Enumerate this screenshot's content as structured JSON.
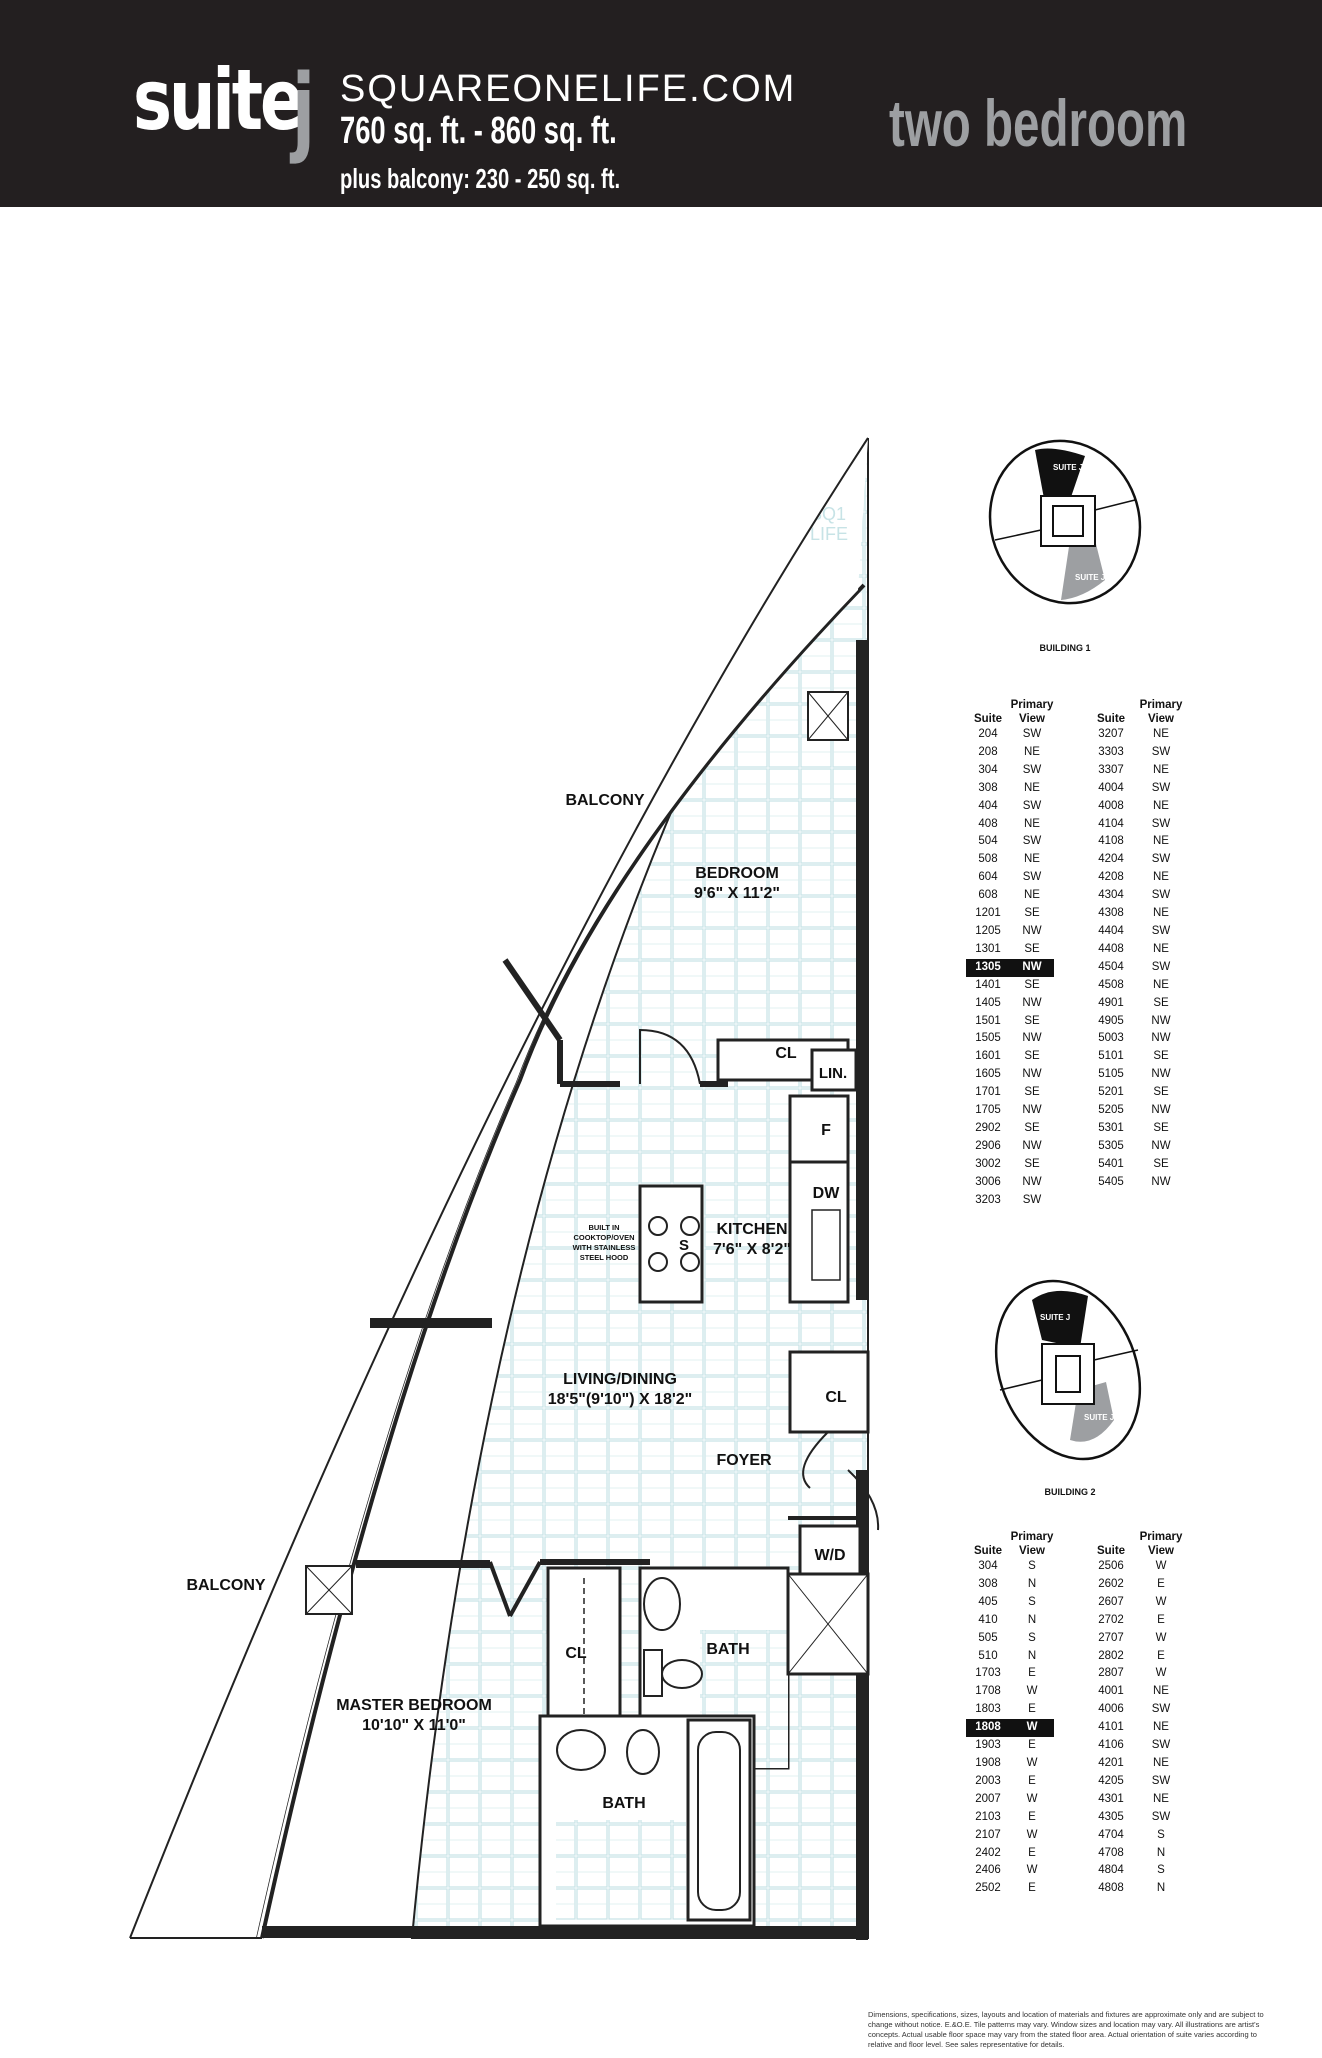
{
  "header": {
    "suite_word": "suite",
    "suite_letter": "j",
    "website": "SQUAREONELIFE.COM",
    "sqft": "760 sq. ft. - 860 sq. ft.",
    "balcony_sqft": "plus balcony: 230 - 250 sq. ft.",
    "unit_type": "two bedroom"
  },
  "colors": {
    "header_bg": "#231f20",
    "accent_grey": "#9d9fa2",
    "tile_grid": "#bfe0e4",
    "highlight": "#111111"
  },
  "floorplan": {
    "rooms": {
      "balcony_top": "BALCONY",
      "bedroom": "BEDROOM",
      "bedroom_dims": "9'6\" X 11'2\"",
      "cl_top": "CL",
      "lin": "LIN.",
      "fridge": "F",
      "dishwasher": "DW",
      "stove": "S",
      "cooktop_note_1": "BUILT IN",
      "cooktop_note_2": "COOKTOP/OVEN",
      "cooktop_note_3": "WITH STAINLESS",
      "cooktop_note_4": "STEEL HOOD",
      "kitchen": "KITCHEN",
      "kitchen_dims": "7'6\" X 8'2\"",
      "living": "LIVING/DINING",
      "living_dims": "18'5\"(9'10\") X 18'2\"",
      "cl_foyer": "CL",
      "foyer": "FOYER",
      "wd": "W/D",
      "balcony_bottom": "BALCONY",
      "cl_master": "CL",
      "bath_1": "BATH",
      "master": "MASTER BEDROOM",
      "master_dims": "10'10\" X 11'0\"",
      "bath_2": "BATH"
    },
    "watermark_1": "SQ1",
    "watermark_2": "LIFE"
  },
  "building1": {
    "label": "BUILDING 1",
    "suite_tag_a": "SUITE J",
    "suite_tag_b": "SUITE J",
    "headers": {
      "suite": "Suite",
      "view": "Primary View"
    },
    "left": [
      [
        "204",
        "SW"
      ],
      [
        "208",
        "NE"
      ],
      [
        "304",
        "SW"
      ],
      [
        "308",
        "NE"
      ],
      [
        "404",
        "SW"
      ],
      [
        "408",
        "NE"
      ],
      [
        "504",
        "SW"
      ],
      [
        "508",
        "NE"
      ],
      [
        "604",
        "SW"
      ],
      [
        "608",
        "NE"
      ],
      [
        "1201",
        "SE"
      ],
      [
        "1205",
        "NW"
      ],
      [
        "1301",
        "SE"
      ],
      [
        "1305",
        "NW"
      ],
      [
        "1401",
        "SE"
      ],
      [
        "1405",
        "NW"
      ],
      [
        "1501",
        "SE"
      ],
      [
        "1505",
        "NW"
      ],
      [
        "1601",
        "SE"
      ],
      [
        "1605",
        "NW"
      ],
      [
        "1701",
        "SE"
      ],
      [
        "1705",
        "NW"
      ],
      [
        "2902",
        "SE"
      ],
      [
        "2906",
        "NW"
      ],
      [
        "3002",
        "SE"
      ],
      [
        "3006",
        "NW"
      ],
      [
        "3203",
        "SW"
      ]
    ],
    "right": [
      [
        "3207",
        "NE"
      ],
      [
        "3303",
        "SW"
      ],
      [
        "3307",
        "NE"
      ],
      [
        "4004",
        "SW"
      ],
      [
        "4008",
        "NE"
      ],
      [
        "4104",
        "SW"
      ],
      [
        "4108",
        "NE"
      ],
      [
        "4204",
        "SW"
      ],
      [
        "4208",
        "NE"
      ],
      [
        "4304",
        "SW"
      ],
      [
        "4308",
        "NE"
      ],
      [
        "4404",
        "SW"
      ],
      [
        "4408",
        "NE"
      ],
      [
        "4504",
        "SW"
      ],
      [
        "4508",
        "NE"
      ],
      [
        "4901",
        "SE"
      ],
      [
        "4905",
        "NW"
      ],
      [
        "5003",
        "NW"
      ],
      [
        "5101",
        "SE"
      ],
      [
        "5105",
        "NW"
      ],
      [
        "5201",
        "SE"
      ],
      [
        "5205",
        "NW"
      ],
      [
        "5301",
        "SE"
      ],
      [
        "5305",
        "NW"
      ],
      [
        "5401",
        "SE"
      ],
      [
        "5405",
        "NW"
      ]
    ],
    "highlight_left_index": 13
  },
  "building2": {
    "label": "BUILDING 2",
    "suite_tag_a": "SUITE J",
    "suite_tag_b": "SUITE J",
    "headers": {
      "suite": "Suite",
      "view": "Primary View"
    },
    "left": [
      [
        "304",
        "S"
      ],
      [
        "308",
        "N"
      ],
      [
        "405",
        "S"
      ],
      [
        "410",
        "N"
      ],
      [
        "505",
        "S"
      ],
      [
        "510",
        "N"
      ],
      [
        "1703",
        "E"
      ],
      [
        "1708",
        "W"
      ],
      [
        "1803",
        "E"
      ],
      [
        "1808",
        "W"
      ],
      [
        "1903",
        "E"
      ],
      [
        "1908",
        "W"
      ],
      [
        "2003",
        "E"
      ],
      [
        "2007",
        "W"
      ],
      [
        "2103",
        "E"
      ],
      [
        "2107",
        "W"
      ],
      [
        "2402",
        "E"
      ],
      [
        "2406",
        "W"
      ],
      [
        "2502",
        "E"
      ]
    ],
    "right": [
      [
        "2506",
        "W"
      ],
      [
        "2602",
        "E"
      ],
      [
        "2607",
        "W"
      ],
      [
        "2702",
        "E"
      ],
      [
        "2707",
        "W"
      ],
      [
        "2802",
        "E"
      ],
      [
        "2807",
        "W"
      ],
      [
        "4001",
        "NE"
      ],
      [
        "4006",
        "SW"
      ],
      [
        "4101",
        "NE"
      ],
      [
        "4106",
        "SW"
      ],
      [
        "4201",
        "NE"
      ],
      [
        "4205",
        "SW"
      ],
      [
        "4301",
        "NE"
      ],
      [
        "4305",
        "SW"
      ],
      [
        "4704",
        "S"
      ],
      [
        "4708",
        "N"
      ],
      [
        "4804",
        "S"
      ],
      [
        "4808",
        "N"
      ]
    ],
    "highlight_left_index": 9
  },
  "disclaimer": "Dimensions, specifications, sizes, layouts and location of materials and fixtures are approximate only and are subject to change without notice. E.&O.E. Tile patterns may vary. Window sizes and location may vary. All illustrations are artist's concepts. Actual usable floor space may vary from the stated floor area. Actual orientation of suite varies according to relative and floor level. See sales representative for details."
}
